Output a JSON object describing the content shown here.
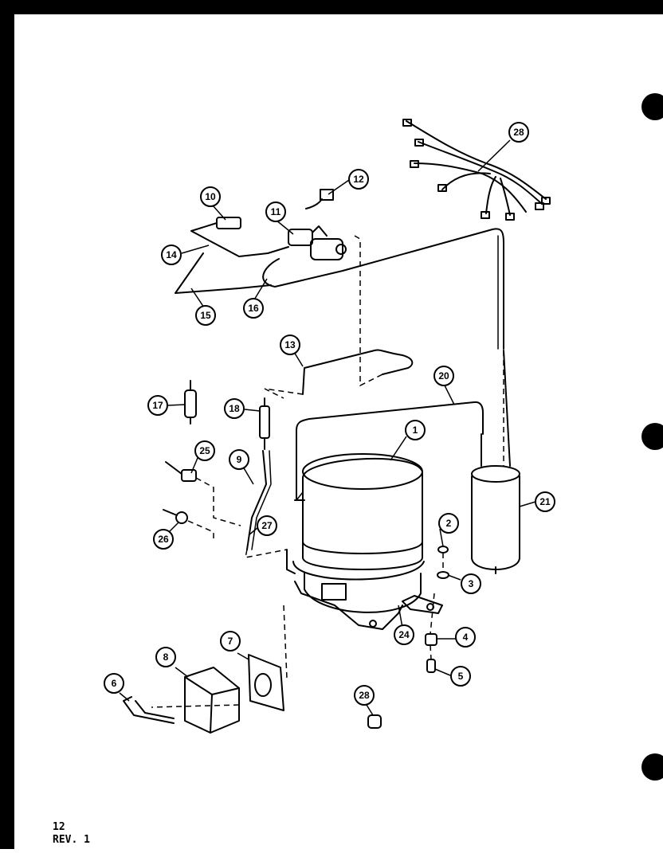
{
  "diagram": {
    "callouts": [
      {
        "id": "c1",
        "label": "1"
      },
      {
        "id": "c2",
        "label": "2"
      },
      {
        "id": "c3",
        "label": "3"
      },
      {
        "id": "c4",
        "label": "4"
      },
      {
        "id": "c5",
        "label": "5"
      },
      {
        "id": "c6",
        "label": "6"
      },
      {
        "id": "c7",
        "label": "7"
      },
      {
        "id": "c8",
        "label": "8"
      },
      {
        "id": "c9",
        "label": "9"
      },
      {
        "id": "c10",
        "label": "10"
      },
      {
        "id": "c11",
        "label": "11"
      },
      {
        "id": "c12",
        "label": "12"
      },
      {
        "id": "c13",
        "label": "13"
      },
      {
        "id": "c14",
        "label": "14"
      },
      {
        "id": "c15",
        "label": "15"
      },
      {
        "id": "c16",
        "label": "16"
      },
      {
        "id": "c17",
        "label": "17"
      },
      {
        "id": "c18",
        "label": "18"
      },
      {
        "id": "c20",
        "label": "20"
      },
      {
        "id": "c21",
        "label": "21"
      },
      {
        "id": "c24",
        "label": "24"
      },
      {
        "id": "c25",
        "label": "25"
      },
      {
        "id": "c26",
        "label": "26"
      },
      {
        "id": "c27",
        "label": "27"
      },
      {
        "id": "c28a",
        "label": "28"
      },
      {
        "id": "c28b",
        "label": "28"
      }
    ]
  },
  "footer": {
    "page_number": "12",
    "revision": "REV. 1"
  }
}
